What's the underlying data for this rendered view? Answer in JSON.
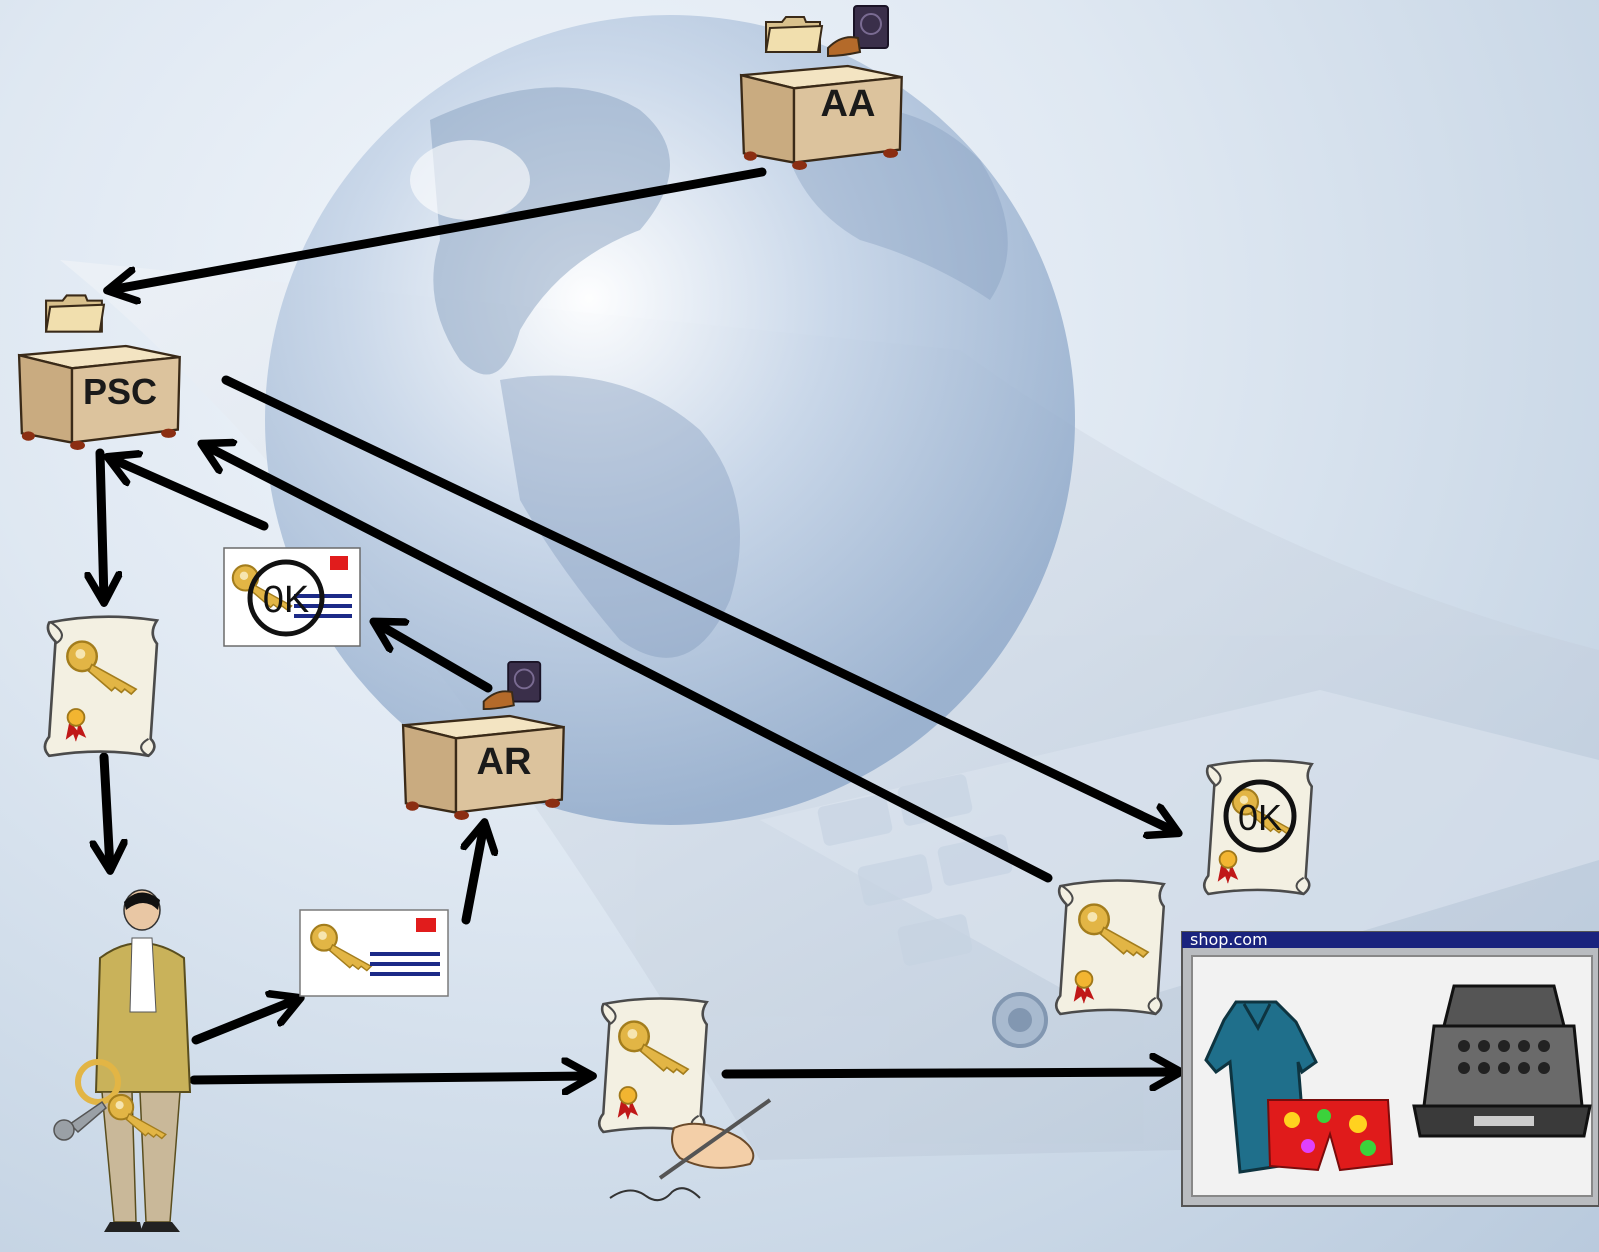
{
  "nodes": {
    "aa": {
      "label": "AA"
    },
    "psc": {
      "label": "PSC"
    },
    "ar": {
      "label": "AR"
    }
  },
  "badges": {
    "ok_text": "0K"
  },
  "shop_window": {
    "title": "shop.com"
  },
  "icons": {
    "folder": "folder-icon",
    "stamp": "ok-stamp-icon",
    "certificate": "certificate-scroll-icon",
    "request_card": "certificate-request-card-icon",
    "key": "key-icon",
    "person": "user-figure-icon",
    "signing_hand": "signing-hand-icon",
    "shirt": "shirt-icon",
    "register": "cash-register-icon"
  },
  "colors": {
    "arrow": "#000000",
    "box": "#dcc39d",
    "box_top": "#f1e1bd",
    "paper": "#f3f0e2",
    "key_gold": "#e2b545",
    "ribbon": "#d22626",
    "card_red": "#e11c1c",
    "card_lines": "#1c2a87",
    "shop_title_bar": "#1a237e"
  }
}
